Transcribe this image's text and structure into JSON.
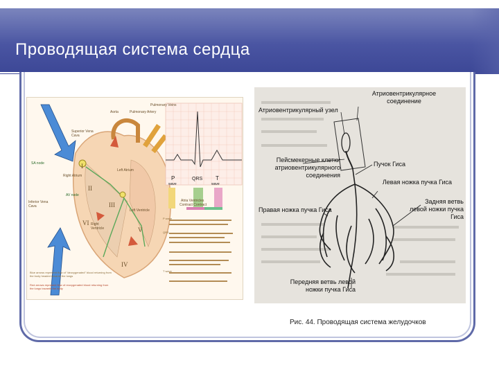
{
  "slide": {
    "title": "Проводящая система сердца",
    "caption": "Рис. 44. Проводящая система желудочков"
  },
  "left_figure": {
    "labels": {
      "pulmonary_veins": "Pulmonary Veins",
      "pulmonary_artery": "Pulmonary Artery",
      "aorta": "Aorta",
      "superior_vena_cava": "Superior Vena Cava",
      "sa_node": "SA node",
      "right_atrium": "Right Atrium",
      "left_atrium": "Left Atrium",
      "av_node": "AV node",
      "inferior_vena_cava": "Inferior Vena Cava",
      "left_ventricle": "Left Ventricle",
      "right_ventricle": "Right Ventricle",
      "roman_1": "I",
      "roman_2": "II",
      "roman_3": "III",
      "roman_4": "IV",
      "roman_5": "V",
      "roman_6": "VI",
      "ecg_p": "P",
      "ecg_p_wave": "wave",
      "ecg_qrs": "QRS",
      "ecg_t": "T",
      "ecg_t_wave": "wave",
      "atria_ventricles": "Atria  Ventricles",
      "contract_contract": "Contract  Contract",
      "blue_arrows_note": "Blue arrows represent flow of \"deoxygenated\" blood returning from the body headed towards the lungs",
      "red_arrows_note": "Red arrows represent flow of reoxygenated blood returning from the lungs towards the body",
      "legend_p": "P wave",
      "legend_qrs": "QRS",
      "legend_t": "T wave"
    }
  },
  "right_figure": {
    "labels": {
      "av_junction": "Атриовентрикулярное соединение",
      "av_node": "Атриовентрикулярный узел",
      "pacemaker": "Пейсмекерные клетки атриовентрикулярного соединения",
      "his_bundle": "Пучок Гиса",
      "left_bundle": "Левая ножка пучка Гиса",
      "right_bundle": "Правая ножка пучка Гиса",
      "posterior_branch": "Задняя ветвь левой ножки пучка Гиса",
      "anterior_branch": "Передняя ветвь левой ножки пучка Гиса"
    }
  },
  "colors": {
    "title_bar": "#4a55a2",
    "frame": "#5f6aa8",
    "ecg_grid": "#f2c4b8",
    "vein_blue": "#4b8bd6",
    "artery_red": "#d45a3c"
  }
}
